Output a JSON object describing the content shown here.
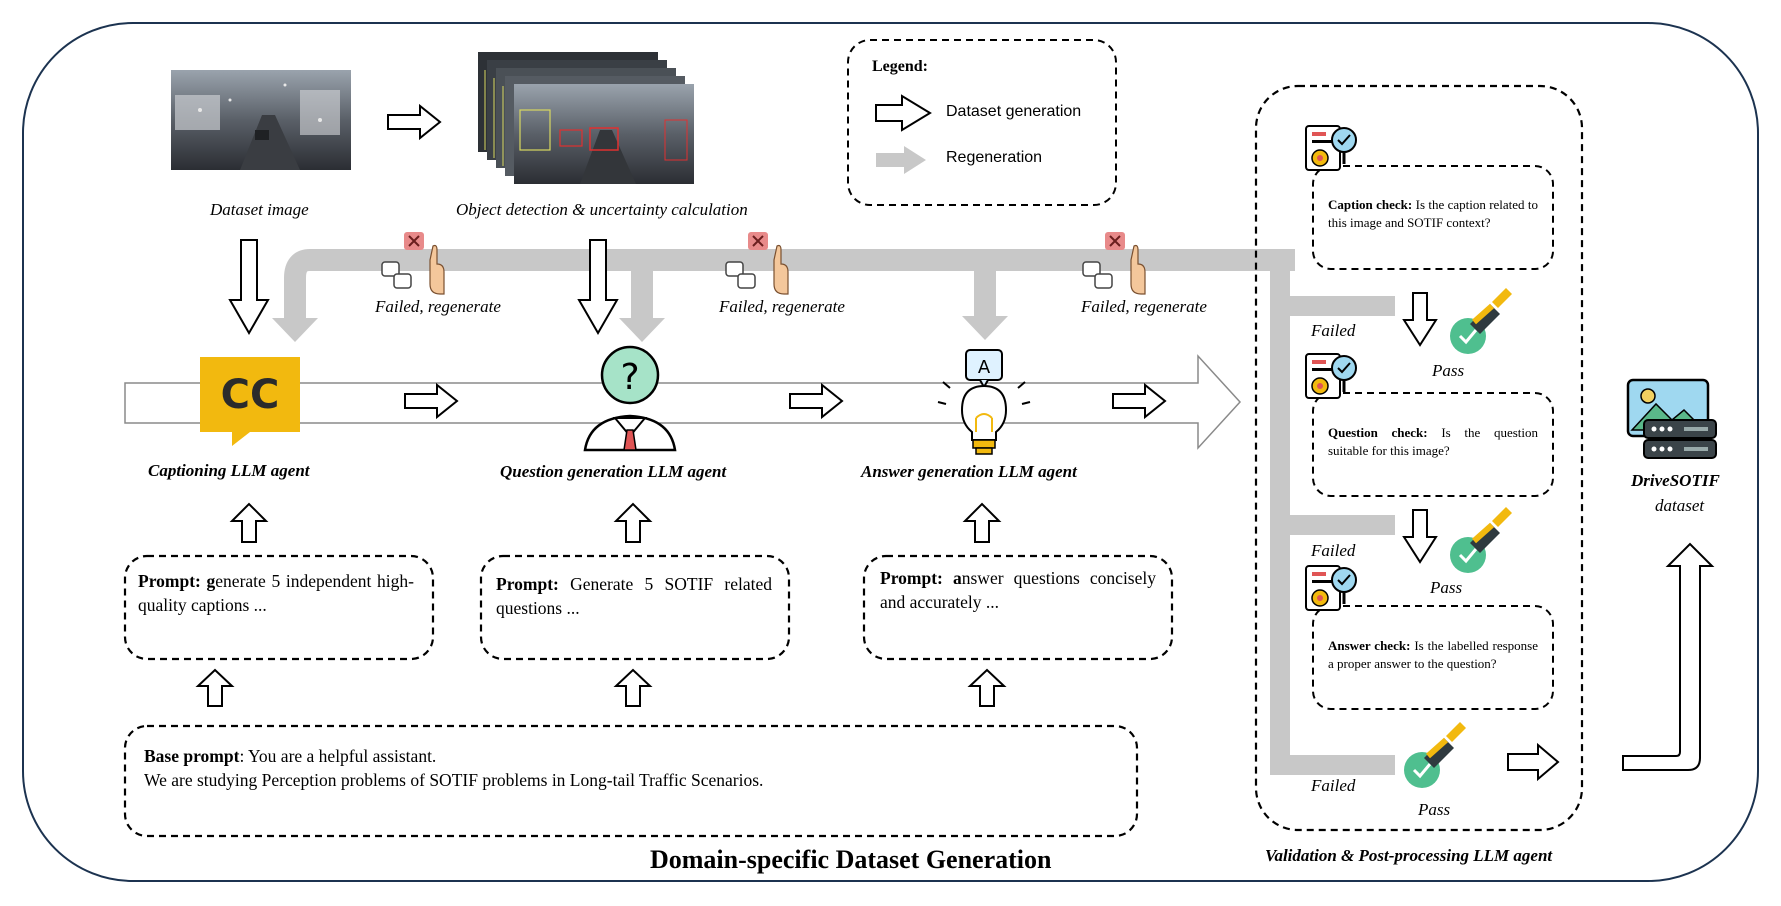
{
  "legend": {
    "title": "Legend:",
    "dataset_generation": "Dataset generation",
    "regeneration": "Regeneration"
  },
  "captions": {
    "dataset_image": "Dataset image",
    "object_detection": "Object detection & uncertainty calculation"
  },
  "feedback": {
    "failed_regenerate": "Failed, regenerate"
  },
  "agents": {
    "captioning": "Captioning LLM agent",
    "question": "Question generation LLM agent",
    "answer": "Answer generation LLM agent"
  },
  "prompts": {
    "label": "Prompt:",
    "caption_first": "g",
    "caption_rest": "enerate 5 independent high-quality captions ...",
    "question_text": "Generate 5 SOTIF related questions ...",
    "answer_first": "a",
    "answer_rest": "nswer questions concisely and accurately ..."
  },
  "base_prompt": {
    "label": "Base prompt",
    "line1": ": You are a helpful assistant.",
    "line2": "We are studying Perception problems of SOTIF problems in Long-tail Traffic Scenarios."
  },
  "title": "Domain-specific Dataset Generation",
  "validation": {
    "caption_check_label": "Caption check:",
    "caption_check_text": "Is the caption related to this image and SOTIF context?",
    "question_check_label": "Question check:",
    "question_check_text": "Is the question suitable for this image?",
    "answer_check_label": "Answer check:",
    "answer_check_text": "Is the labelled response a proper answer to the question?",
    "failed": "Failed",
    "pass": "Pass",
    "title": "Validation & Post-processing  LLM agent"
  },
  "output": {
    "name": "DriveSOTIF",
    "sub": "dataset"
  },
  "icons": {
    "cc_text": "CC",
    "answer_letter": "A",
    "question_mark": "?"
  },
  "colors": {
    "regen_gray": "#c8c8c8",
    "cc_yellow": "#f2b90f",
    "outer_border": "#1c3350"
  }
}
